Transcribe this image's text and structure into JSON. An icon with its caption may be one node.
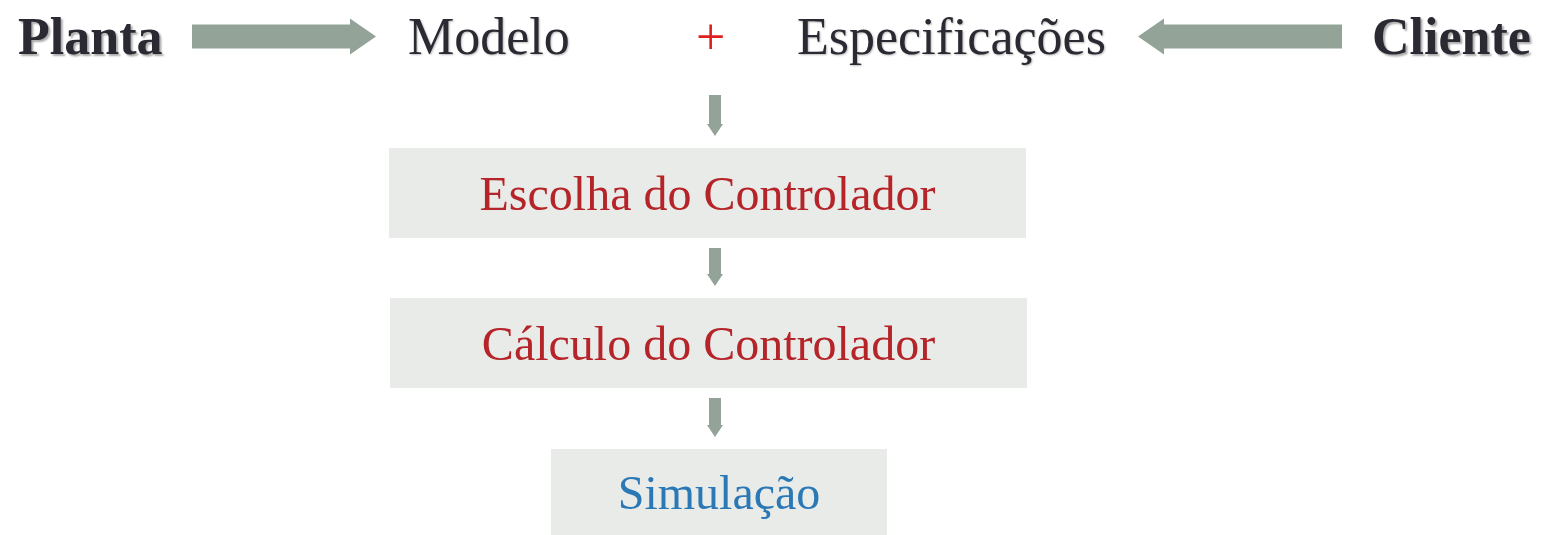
{
  "diagram": {
    "nodes": [
      {
        "text": [
          "Planta"
        ]
      },
      {
        "text": [
          "Modelo"
        ]
      },
      {
        "text": [
          "Especificações"
        ]
      },
      {
        "text": [
          "Cliente"
        ]
      },
      {
        "text": [
          "Escolha do Controlador"
        ]
      },
      {
        "text": [
          "Cálculo do Controlador"
        ]
      },
      {
        "text": [
          "Simulação"
        ]
      }
    ],
    "edges": [
      {
        "from": 0,
        "to": 1,
        "arrow": "to",
        "style": "thick"
      },
      {
        "from": 3,
        "to": 2,
        "arrow": "to",
        "style": "thick"
      },
      {
        "from": null,
        "to": 4,
        "arrow": "to"
      },
      {
        "from": 4,
        "to": 5,
        "arrow": "to"
      },
      {
        "from": 5,
        "to": 6,
        "arrow": "to"
      }
    ],
    "labels": [
      "+"
    ]
  }
}
